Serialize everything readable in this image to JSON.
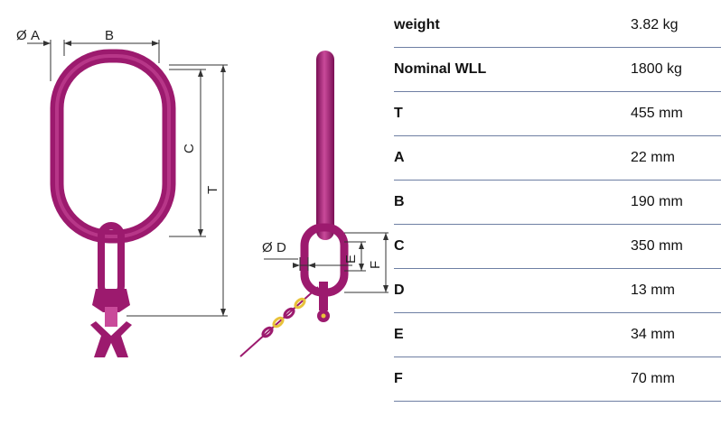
{
  "drawing": {
    "dimension_labels": {
      "A": "A",
      "B": "B",
      "C": "C",
      "T": "T",
      "D": "D",
      "E": "E",
      "F": "F"
    },
    "diameter_symbol": "Ø",
    "colors": {
      "link": "#9c1a6e",
      "link_highlight": "#c94a9a",
      "chain_yellow": "#e8c23a",
      "dimension_line": "#333333"
    }
  },
  "specs": [
    {
      "label": "weight",
      "value": "3.82 kg"
    },
    {
      "label": "Nominal WLL",
      "value": "1800 kg"
    },
    {
      "label": "T",
      "value": "455 mm"
    },
    {
      "label": "A",
      "value": "22 mm"
    },
    {
      "label": "B",
      "value": "190 mm"
    },
    {
      "label": "C",
      "value": "350 mm"
    },
    {
      "label": "D",
      "value": "13 mm"
    },
    {
      "label": "E",
      "value": "34 mm"
    },
    {
      "label": "F",
      "value": "70 mm"
    }
  ]
}
